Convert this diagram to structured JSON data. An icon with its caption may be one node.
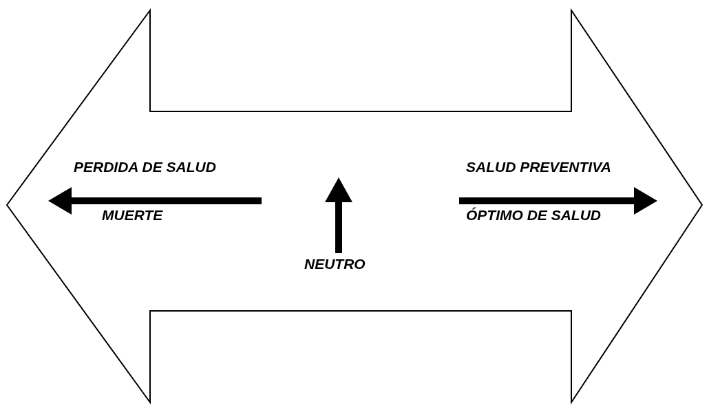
{
  "diagram": {
    "labels": [
      "PERDIDA DE SALUD",
      "SALUD PREVENTIVA",
      "MUERTE",
      "ÓPTIMO DE SALUD",
      "NEUTRO"
    ]
  }
}
